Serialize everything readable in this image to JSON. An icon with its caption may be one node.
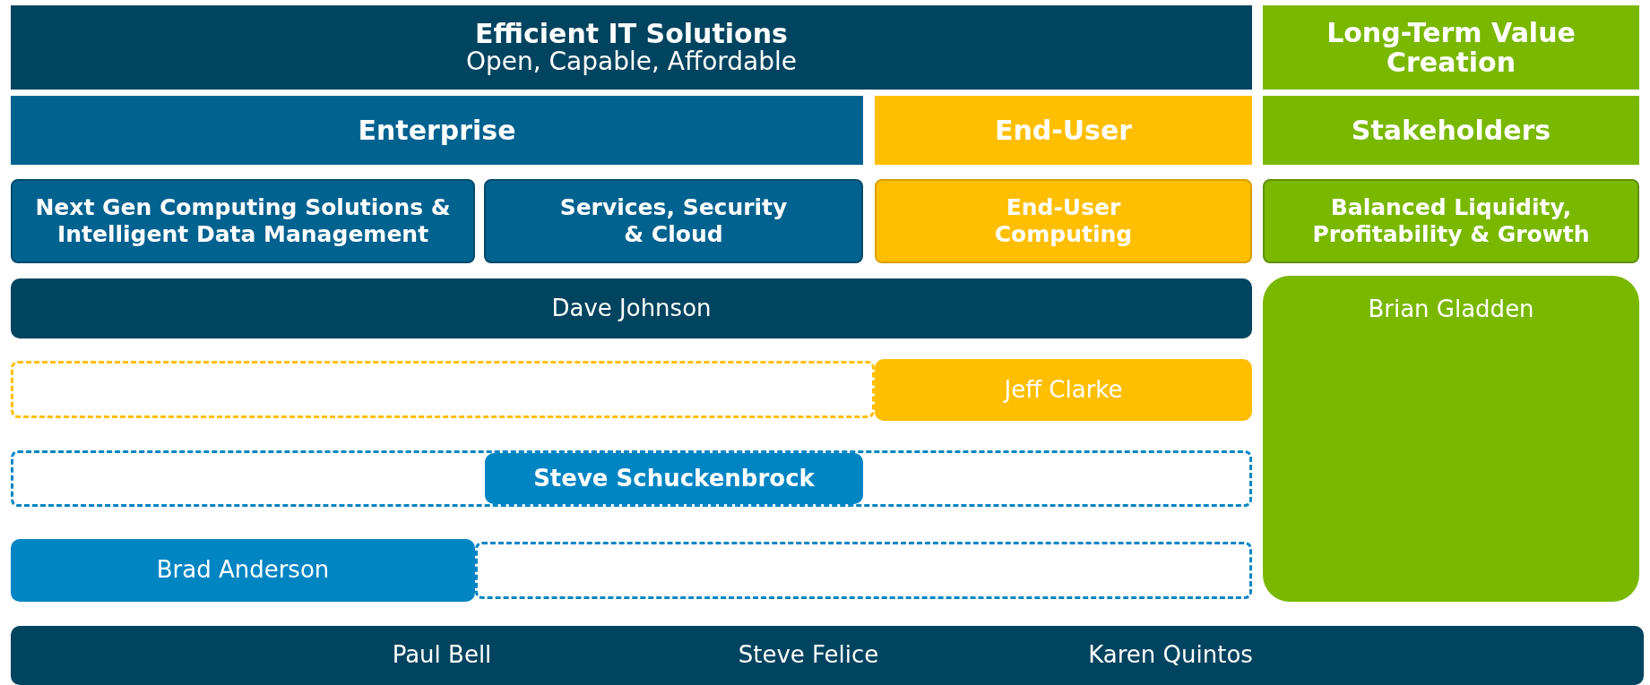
{
  "diagram": {
    "nodes": [
      {
        "text": [
          "Efficient IT Solutions",
          "Open, Capable, Affordable"
        ]
      },
      {
        "text": [
          "Long-Term Value Creation"
        ]
      },
      {
        "text": [
          "Enterprise"
        ]
      },
      {
        "text": [
          "End-User"
        ]
      },
      {
        "text": [
          "Stakeholders"
        ]
      },
      {
        "text": [
          "Next Gen Computing Solutions & Intelligent Data Management"
        ]
      },
      {
        "text": [
          "Services, Security & Cloud"
        ]
      },
      {
        "text": [
          "End-User Computing"
        ]
      },
      {
        "text": [
          "Balanced Liquidity, Profitability & Growth"
        ]
      },
      {
        "text": [
          "Dave Johnson"
        ]
      },
      {
        "text": [
          "Brian Gladden"
        ]
      },
      {
        "text": [],
        "shape": "box"
      },
      {
        "text": [
          "Jeff Clarke"
        ]
      },
      {
        "text": [],
        "shape": "box"
      },
      {
        "text": [
          "Steve Schuckenbrock"
        ],
        "in": 13
      },
      {
        "text": [],
        "shape": "box"
      },
      {
        "text": [
          "Brad Anderson"
        ]
      },
      {
        "text": [
          "Paul Bell",
          "Steve Felice",
          "Karen Quintos"
        ]
      }
    ]
  }
}
